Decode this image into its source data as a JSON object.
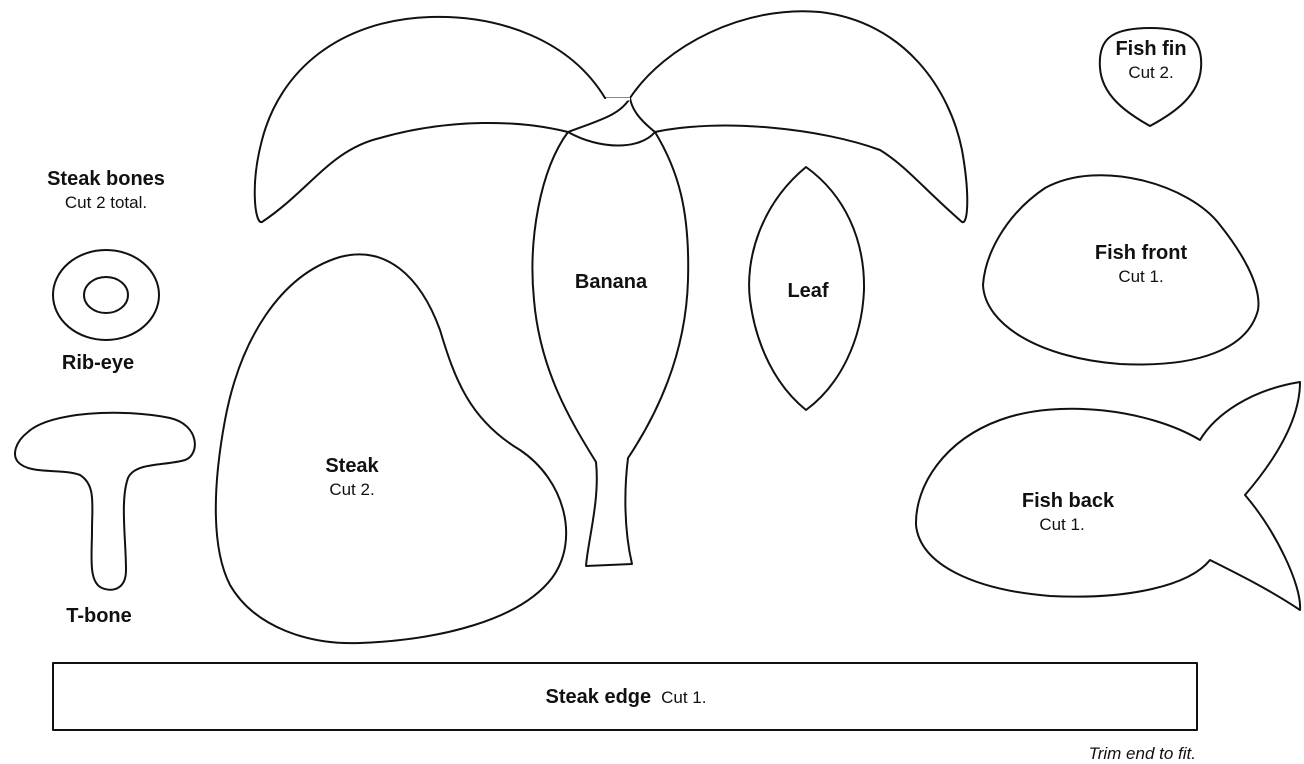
{
  "pieces": {
    "steak_bones": {
      "title": "Steak bones",
      "note": "Cut 2 total."
    },
    "rib_eye": {
      "title": "Rib-eye"
    },
    "t_bone": {
      "title": "T-bone"
    },
    "steak": {
      "title": "Steak",
      "note": "Cut 2."
    },
    "banana": {
      "title": "Banana"
    },
    "leaf": {
      "title": "Leaf"
    },
    "fish_fin": {
      "title": "Fish fin",
      "note": "Cut 2."
    },
    "fish_front": {
      "title": "Fish front",
      "note": "Cut 1."
    },
    "fish_back": {
      "title": "Fish back",
      "note": "Cut 1."
    },
    "steak_edge": {
      "title": "Steak edge",
      "note": "Cut 1.",
      "trim_note": "Trim end to fit."
    }
  },
  "colors": {
    "outline": "#111111",
    "fill": "#ffffff",
    "text": "#111111"
  }
}
